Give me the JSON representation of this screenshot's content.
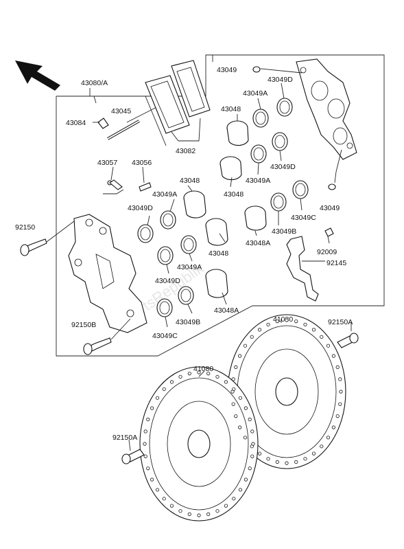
{
  "watermark": "PartsRepublik",
  "labels": {
    "assembly": "43080/A",
    "l43084": "43084",
    "l43045": "43045",
    "l43082": "43082",
    "l43057": "43057",
    "l43056": "43056",
    "l43048_a": "43048",
    "l43049A_a": "43049A",
    "l43049D_a": "43049D",
    "l92150_a": "92150",
    "l43048_b": "43048",
    "l43049A_b": "43049A",
    "l43049D_b": "43049D",
    "l43049C_a": "43049C",
    "l43049B_a": "43049B",
    "l43048A_a": "43048A",
    "l92150B": "92150B",
    "l43049_a": "43049",
    "l43049D_c": "43049D",
    "l43049A_c": "43049A",
    "l43048_c": "43048",
    "l43049D_d": "43049D",
    "l43049A_d": "43049A",
    "l43048_d": "43048",
    "l43049_b": "43049",
    "l43049C_b": "43049C",
    "l43049B_b": "43049B",
    "l43048A_b": "43048A",
    "l92009": "92009",
    "l92145": "92145",
    "l41080_a": "41080",
    "l92150A_a": "92150A",
    "l41080_b": "41080",
    "l92150A_b": "92150A"
  }
}
